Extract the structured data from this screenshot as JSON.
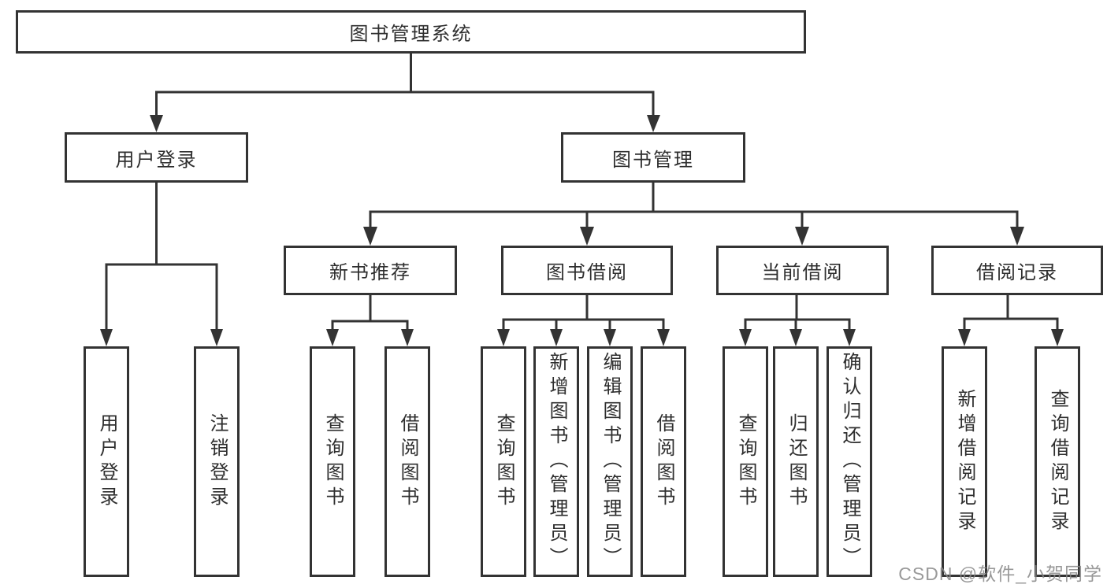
{
  "diagram_type": "tree",
  "nodes": {
    "root": {
      "label": "图书管理系统"
    },
    "level2": [
      {
        "label": "用户登录",
        "parent": "图书管理系统"
      },
      {
        "label": "图书管理",
        "parent": "图书管理系统"
      }
    ],
    "level3": [
      {
        "label": "新书推荐",
        "parent": "图书管理"
      },
      {
        "label": "图书借阅",
        "parent": "图书管理"
      },
      {
        "label": "当前借阅",
        "parent": "图书管理"
      },
      {
        "label": "借阅记录",
        "parent": "图书管理"
      }
    ],
    "leaves": [
      {
        "label": "用户登录",
        "parent": "用户登录"
      },
      {
        "label": "注销登录",
        "parent": "用户登录"
      },
      {
        "label": "查询图书",
        "parent": "新书推荐"
      },
      {
        "label": "借阅图书",
        "parent": "新书推荐"
      },
      {
        "label": "查询图书",
        "parent": "图书借阅"
      },
      {
        "label": "新增图书（管理员）",
        "parent": "图书借阅"
      },
      {
        "label": "编辑图书（管理员）",
        "parent": "图书借阅"
      },
      {
        "label": "借阅图书",
        "parent": "图书借阅"
      },
      {
        "label": "查询图书",
        "parent": "当前借阅"
      },
      {
        "label": "归还图书",
        "parent": "当前借阅"
      },
      {
        "label": "确认归还（管理员）",
        "parent": "当前借阅"
      },
      {
        "label": "新增借阅记录",
        "parent": "借阅记录"
      },
      {
        "label": "查询借阅记录",
        "parent": "借阅记录"
      }
    ]
  },
  "watermark": {
    "text": "CSDN @软件_小贺同学"
  },
  "colors": {
    "background": "#ffffff",
    "box_fill": "#ffffff",
    "box_border": "#333333",
    "line": "#333333",
    "text": "#2e2e2e",
    "watermark": "#878787"
  }
}
